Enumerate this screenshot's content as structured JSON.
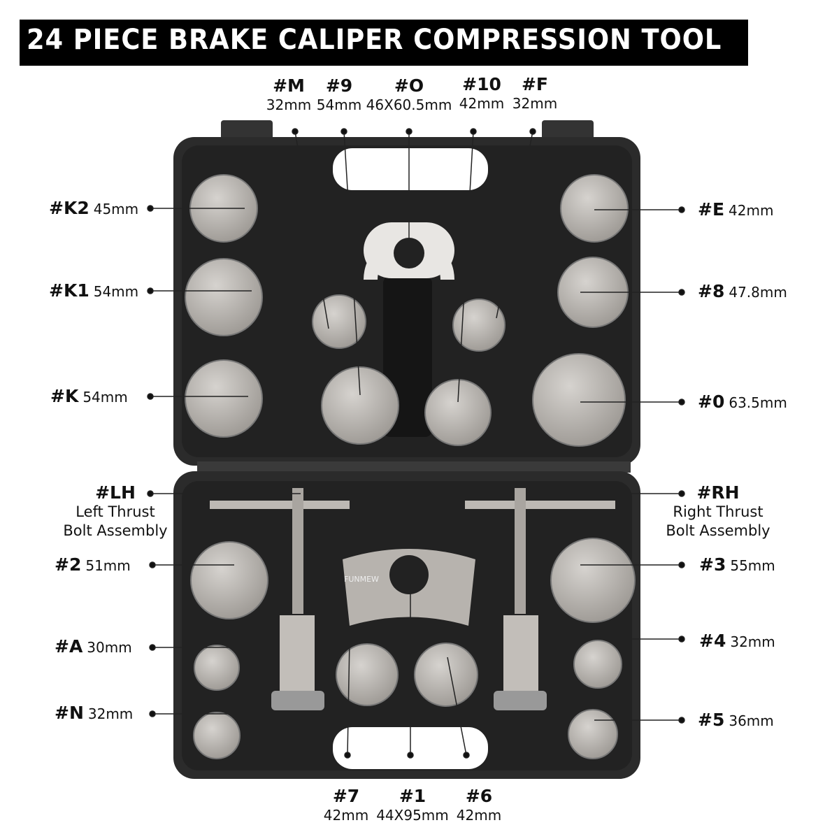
{
  "title": "24 PIECE BRAKE CALIPER COMPRESSION TOOL",
  "brand_mark": "FUNMEW",
  "top_labels": [
    {
      "code": "#M",
      "size": "32mm"
    },
    {
      "code": "#9",
      "size": "54mm"
    },
    {
      "code": "#O",
      "size": "46X60.5mm"
    },
    {
      "code": "#10",
      "size": "42mm"
    },
    {
      "code": "#F",
      "size": "32mm"
    }
  ],
  "left_labels": [
    {
      "code": "#K2",
      "size": "45mm"
    },
    {
      "code": "#K1",
      "size": "54mm"
    },
    {
      "code": "#K",
      "size": "54mm"
    },
    {
      "code": "#LH",
      "desc1": "Left Thrust",
      "desc2": "Bolt Assembly"
    },
    {
      "code": "#2",
      "size": "51mm"
    },
    {
      "code": "#A",
      "size": "30mm"
    },
    {
      "code": "#N",
      "size": "32mm"
    }
  ],
  "right_labels": [
    {
      "code": "#E",
      "size": "42mm"
    },
    {
      "code": "#8",
      "size": "47.8mm"
    },
    {
      "code": "#0",
      "size": "63.5mm"
    },
    {
      "code": "#RH",
      "desc1": "Right Thrust",
      "desc2": "Bolt Assembly"
    },
    {
      "code": "#3",
      "size": "55mm"
    },
    {
      "code": "#4",
      "size": "32mm"
    },
    {
      "code": "#5",
      "size": "36mm"
    }
  ],
  "bottom_labels": [
    {
      "code": "#7",
      "size": "42mm"
    },
    {
      "code": "#1",
      "size": "44X95mm"
    },
    {
      "code": "#6",
      "size": "42mm"
    }
  ],
  "colors": {
    "case": "#2b2b2b",
    "case_inner": "#1c1c1c",
    "metal": "#b9b6b1",
    "title_bg": "#000000"
  }
}
